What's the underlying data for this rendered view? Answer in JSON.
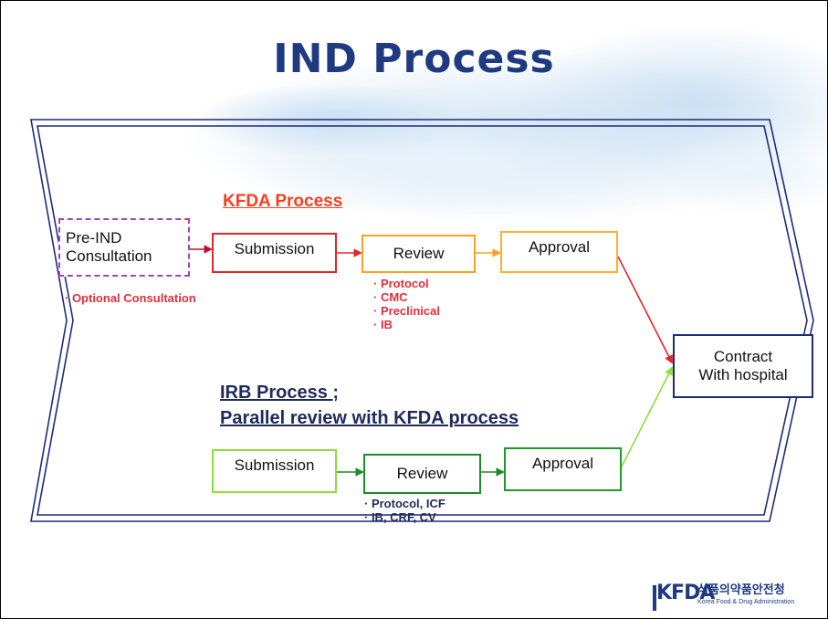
{
  "title": "IND Process",
  "kfda": {
    "heading": "KFDA Process",
    "pre_ind": {
      "line1": "Pre-IND",
      "line2": "Consultation"
    },
    "optional_note": "· Optional Consultation",
    "submission": "Submission",
    "review": "Review",
    "approval": "Approval",
    "review_notes": [
      "· Protocol",
      "· CMC",
      "· Preclinical",
      "· IB"
    ]
  },
  "irb": {
    "heading_line1": "IRB Process  ;",
    "heading_line2": "Parallel review with  KFDA process",
    "submission": "Submission",
    "review": "Review",
    "approval": "Approval",
    "review_notes": [
      "· Protocol, ICF",
      "· IB, CRF, CV"
    ]
  },
  "contract": {
    "line1": "Contract",
    "line2": "With hospital"
  },
  "logo": {
    "mark": "KFDA",
    "korean": "식품의약품안전청",
    "english": "Korea Food & Drug Administration"
  },
  "colors": {
    "title": "#1f3a80",
    "kfda_red": "#ff3d1f",
    "kfda_orange": "#ffa020",
    "irb_light_green": "#8fdc3a",
    "irb_green": "#1e9a2a",
    "navy": "#1f2a7a",
    "pre_ind_purple": "#9a4aa8"
  }
}
